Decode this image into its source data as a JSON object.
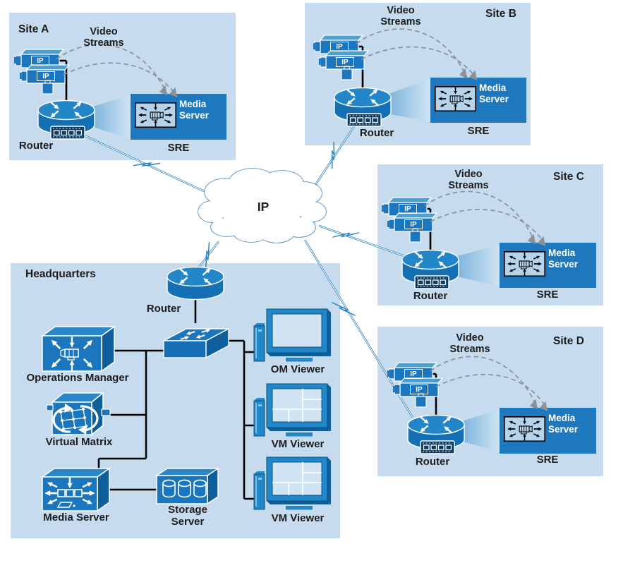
{
  "cloud": {
    "label": "IP"
  },
  "sites": [
    {
      "name": "Site A",
      "video_streams": "Video\nStreams",
      "router": "Router",
      "media_server": "Media\nServer",
      "sre": "SRE",
      "camera1": "IP",
      "camera2": "IP"
    },
    {
      "name": "Site B",
      "video_streams": "Video\nStreams",
      "router": "Router",
      "media_server": "Media\nServer",
      "sre": "SRE",
      "camera1": "IP",
      "camera2": "IP"
    },
    {
      "name": "Site C",
      "video_streams": "Video\nStreams",
      "router": "Router",
      "media_server": "Media\nServer",
      "sre": "SRE",
      "camera1": "IP",
      "camera2": "IP"
    },
    {
      "name": "Site D",
      "video_streams": "Video\nStreams",
      "router": "Router",
      "media_server": "Media\nServer",
      "sre": "SRE",
      "camera1": "IP",
      "camera2": "IP"
    }
  ],
  "hq": {
    "title": "Headquarters",
    "router": "Router",
    "operations_manager": "Operations Manager",
    "virtual_matrix": "Virtual Matrix",
    "media_server": "Media Server",
    "storage_server": "Storage\nServer",
    "viewer1": "OM Viewer",
    "viewer2": "VM Viewer",
    "viewer3": "VM Viewer"
  },
  "colors": {
    "site_background": "#c6dbee",
    "device_blue": "#1b76bd",
    "sre_box_blue": "#1d78bd",
    "monitor_bezel_blue": "#2187c8",
    "link_blue": "#2c84c2",
    "stream_gray": "#8a9197",
    "connector_black": "#000000",
    "sre_panel": "#b5d3ea"
  }
}
